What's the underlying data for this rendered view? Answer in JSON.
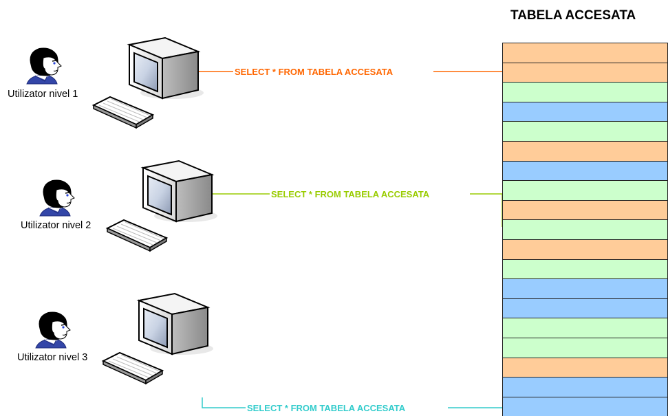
{
  "table": {
    "title": "TABELA ACCESATA",
    "rows": [
      "orange",
      "orange",
      "green",
      "blue",
      "green",
      "orange",
      "blue",
      "green",
      "orange",
      "green",
      "orange",
      "green",
      "blue",
      "blue",
      "green",
      "green",
      "orange",
      "blue",
      "blue"
    ]
  },
  "colors": {
    "orange": "#FFCC99",
    "green": "#CCFFCC",
    "blue": "#99CCFF",
    "level1_line": "#FF6600",
    "level2_line": "#99CC00",
    "level3_line": "#33CCCC"
  },
  "users": [
    {
      "label": "Utilizator nivel 1",
      "query": "SELECT * FROM TABELA ACCESATA"
    },
    {
      "label": "Utilizator nivel 2",
      "query": "SELECT * FROM TABELA ACCESATA"
    },
    {
      "label": "Utilizator nivel 3",
      "query": "SELECT * FROM TABELA ACCESATA"
    }
  ]
}
